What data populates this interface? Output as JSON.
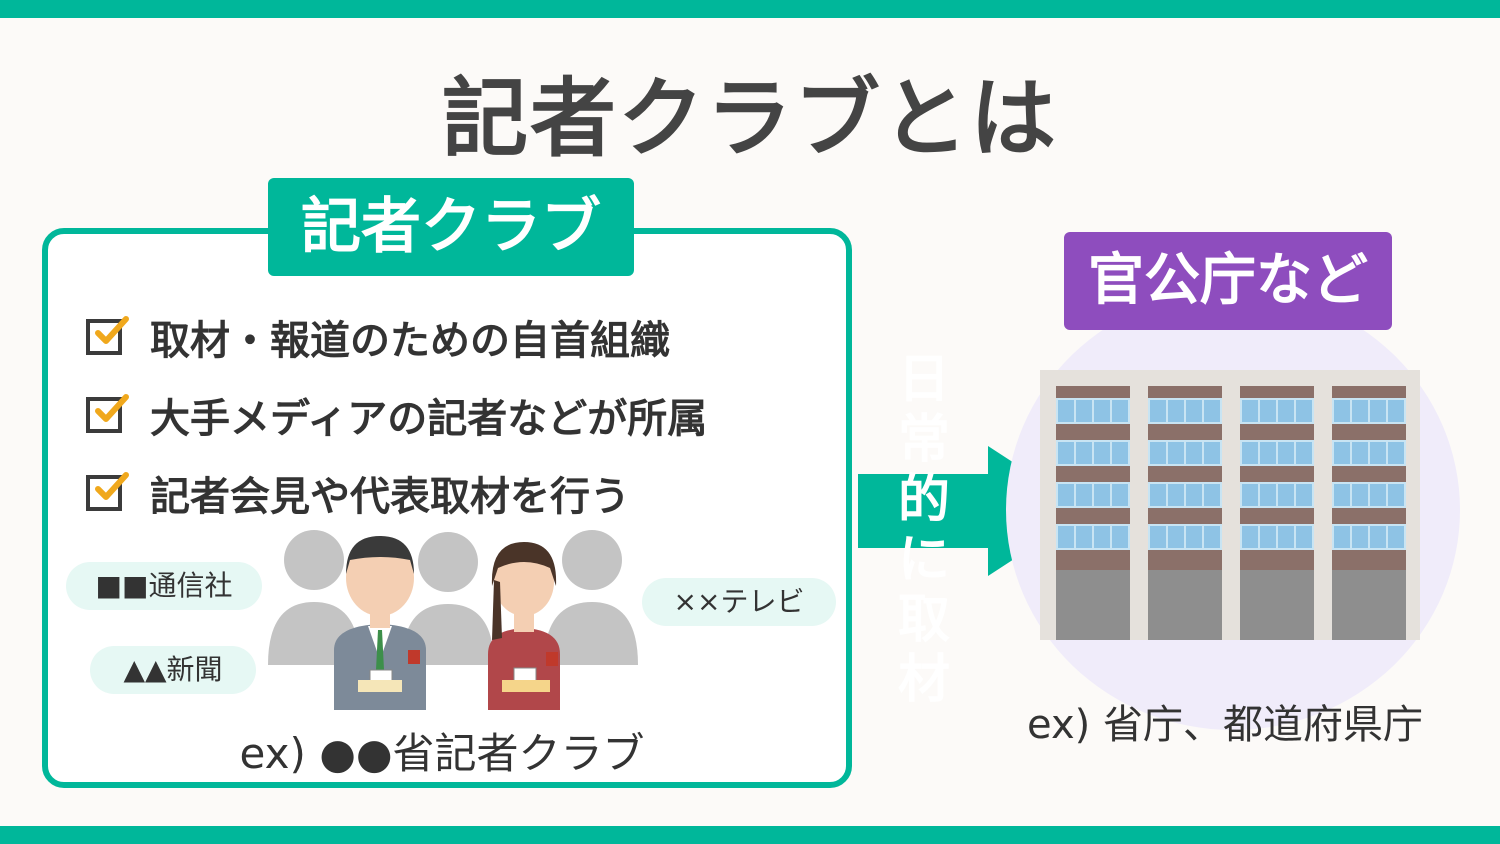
{
  "title": "記者クラブとは",
  "club": {
    "label": "記者クラブ",
    "items": [
      "取材・報道のための自首組織",
      "大手メディアの記者などが所属",
      "記者会見や代表取材を行う"
    ],
    "bubbles": [
      "■■通信社",
      "▲▲新聞",
      "××テレビ"
    ],
    "example": "ex) ●●省記者クラブ"
  },
  "arrow": {
    "chars": [
      "日",
      "常",
      "的",
      "に",
      "取",
      "材"
    ]
  },
  "office": {
    "label": "官公庁など",
    "example": "ex) 省庁、都道府県庁"
  },
  "colors": {
    "accent": "#00b79a",
    "purple": "#8e4dbe",
    "check": "#f0a81c",
    "text": "#3b3b3b",
    "bubble": "#e6f8f4",
    "circle": "#f0ecfa"
  }
}
